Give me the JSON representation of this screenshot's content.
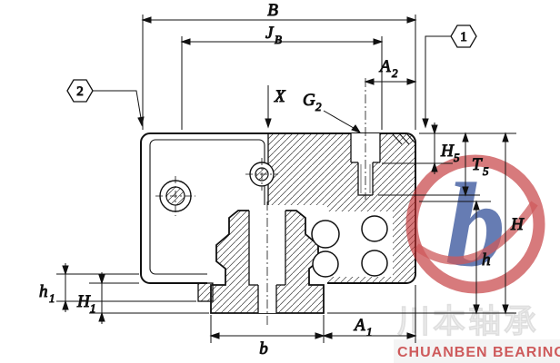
{
  "drawing": {
    "type": "technical-cross-section",
    "subject": "linear guideway carriage and rail section",
    "dimensions": {
      "B": {
        "main": "B",
        "sub": ""
      },
      "JB": {
        "main": "J",
        "sub": "B"
      },
      "A2": {
        "main": "A",
        "sub": "2"
      },
      "X": {
        "main": "X",
        "sub": ""
      },
      "G2": {
        "main": "G",
        "sub": "2"
      },
      "H5": {
        "main": "H",
        "sub": "5"
      },
      "T5": {
        "main": "T",
        "sub": "5"
      },
      "H": {
        "main": "H",
        "sub": ""
      },
      "h": {
        "main": "h",
        "sub": ""
      },
      "h1": {
        "main": "h",
        "sub": "1"
      },
      "H1": {
        "main": "H",
        "sub": "1"
      },
      "b": {
        "main": "b",
        "sub": ""
      },
      "A1": {
        "main": "A",
        "sub": "1"
      }
    },
    "callouts": {
      "one": "1",
      "two": "2"
    }
  },
  "watermark": {
    "logo_glyph": "b",
    "cn": "川本轴承",
    "en": "CHUANBEN BEARING"
  },
  "colors": {
    "line": "#111111",
    "brand_red": "#c23133",
    "brand_blue": "#1e3f8f",
    "hatch": "#3a3a3a"
  }
}
